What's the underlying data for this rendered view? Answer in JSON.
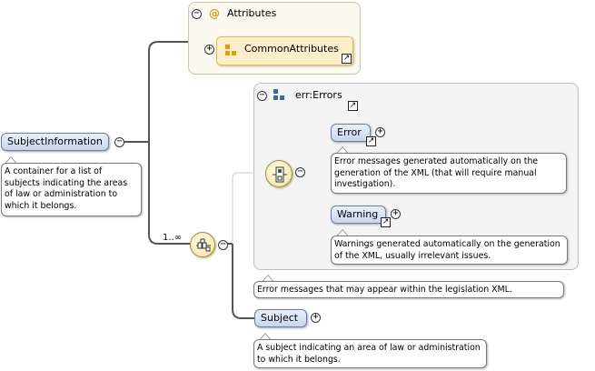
{
  "root": {
    "name": "SubjectInformation",
    "doc": "A container for a list of subjects indicating the areas of law or administration to which it belongs."
  },
  "attributes": {
    "title": "Attributes",
    "group": "CommonAttributes"
  },
  "sequence": {
    "cardinality": "1..∞"
  },
  "errors_type": {
    "name": "err:Errors",
    "doc": "Error messages that may appear within the legislation XML.",
    "children": [
      {
        "name": "Error",
        "doc": "Error messages generated automatically on the generation of the XML (that will require manual investigation)."
      },
      {
        "name": "Warning",
        "doc": "Warnings generated automatically on the generation of the XML, usually irrelevant issues."
      }
    ]
  },
  "subject": {
    "name": "Subject",
    "doc": "A subject indicating an area of law or administration to which it belongs."
  },
  "symbols": {
    "collapse": "−",
    "expand": "+",
    "reference": "↗",
    "attribute": "@"
  },
  "colors": {
    "element_fill": "#c8d7ee",
    "attribute_fill": "#fbeecb",
    "compositor_fill": "#f0e3a0",
    "panel_fill": "#f4f4f4"
  }
}
